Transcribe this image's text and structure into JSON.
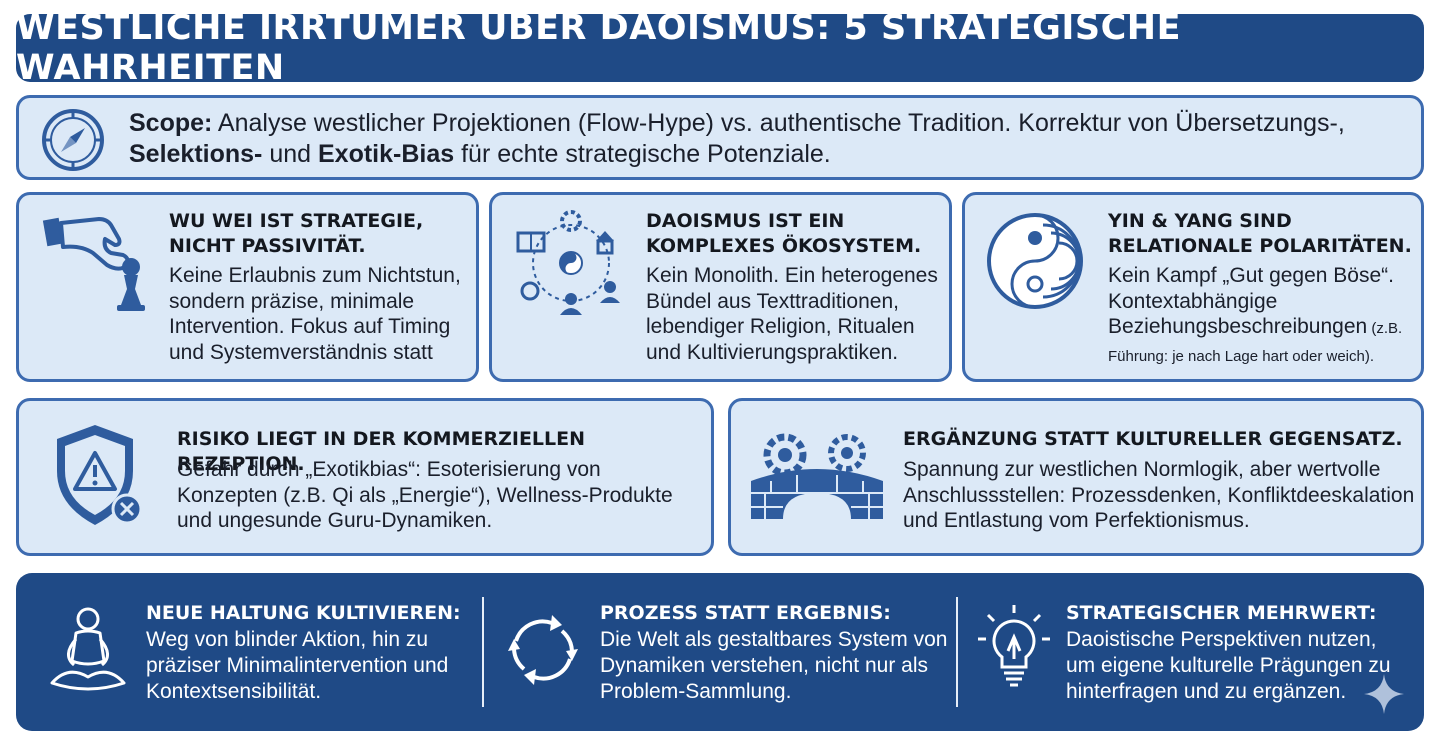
{
  "title": "WESTLICHE IRRTÜMER ÜBER DAOISMUS: 5 STRATEGISCHE WAHRHEITEN",
  "scope": {
    "label": "Scope:",
    "text1": " Analyse westlicher Projektionen (Flow-Hype) vs. authentische Tradition. Korrektur von Übersetzungs-,",
    "bold2": "Selektions-",
    "text2": " und ",
    "bold3": "Exotik-Bias",
    "text3": " für echte strategische Potenziale.",
    "icon": "compass-icon"
  },
  "cards": [
    {
      "heading_line1": "WU WEI IST STRATEGIE,",
      "heading_line2": "NICHT PASSIVITÄT.",
      "body": "Keine Erlaubnis zum Nichtstun, sondern präzise, minimale Intervention. Fokus auf Timing und Systemverständnis statt",
      "icon": "hand-chess-piece-icon"
    },
    {
      "heading_line1": "DAOISMUS IST EIN",
      "heading_line2": "KOMPLEXES ÖKOSYSTEM.",
      "body": "Kein Monolith. Ein heterogenes Bündel aus Texttraditionen, lebendiger Religion, Ritualen und Kultivierungspraktiken.",
      "icon": "ecosystem-icon"
    },
    {
      "heading_line1": "YIN & YANG SIND",
      "heading_line2": "RELATIONALE POLARITÄTEN.",
      "body": "Kein Kampf „Gut gegen Böse“. Kontextabhängige Beziehungsbeschreibungen",
      "body_small": " (z.B. Führung: je nach Lage hart oder weich).",
      "icon": "yin-yang-icon"
    },
    {
      "heading": "RISIKO LIEGT IN DER KOMMERZIELLEN REZEPTION.",
      "body": "Gefahr durch „Exotikbias“: Esoterisierung von Konzepten (z.B. Qi als „Energie“), Wellness-Produkte und ungesunde Guru-Dynamiken.",
      "icon": "warning-shield-icon"
    },
    {
      "heading": "ERGÄNZUNG STATT KULTURELLER GEGENSATZ.",
      "body": "Spannung zur westlichen Normlogik, aber wertvolle Anschlussstellen: Prozessdenken, Konfliktdeeskalation und Entlastung vom Perfektionismus.",
      "icon": "gears-bridge-icon"
    }
  ],
  "bottom": [
    {
      "heading": "NEUE HALTUNG KULTIVIEREN:",
      "body": "Weg von blinder Aktion, hin zu präziser Minimalintervention und Kontextsensibilität.",
      "icon": "meditation-icon"
    },
    {
      "heading": "PROZESS STATT ERGEBNIS:",
      "body": "Die Welt als gestaltbares System von Dynamiken verstehen, nicht nur als Problem-Sammlung.",
      "icon": "cycle-arrows-icon"
    },
    {
      "heading": "STRATEGISCHER MEHRWERT:",
      "body": "Daoistische Perspektiven nutzen, um eigene kulturelle Prägungen zu hinterfragen und zu ergänzen.",
      "icon": "lightbulb-icon"
    }
  ],
  "colors": {
    "navy": "#1f4a86",
    "card_fill": "#dce9f7",
    "card_border": "#3d6bb0"
  }
}
